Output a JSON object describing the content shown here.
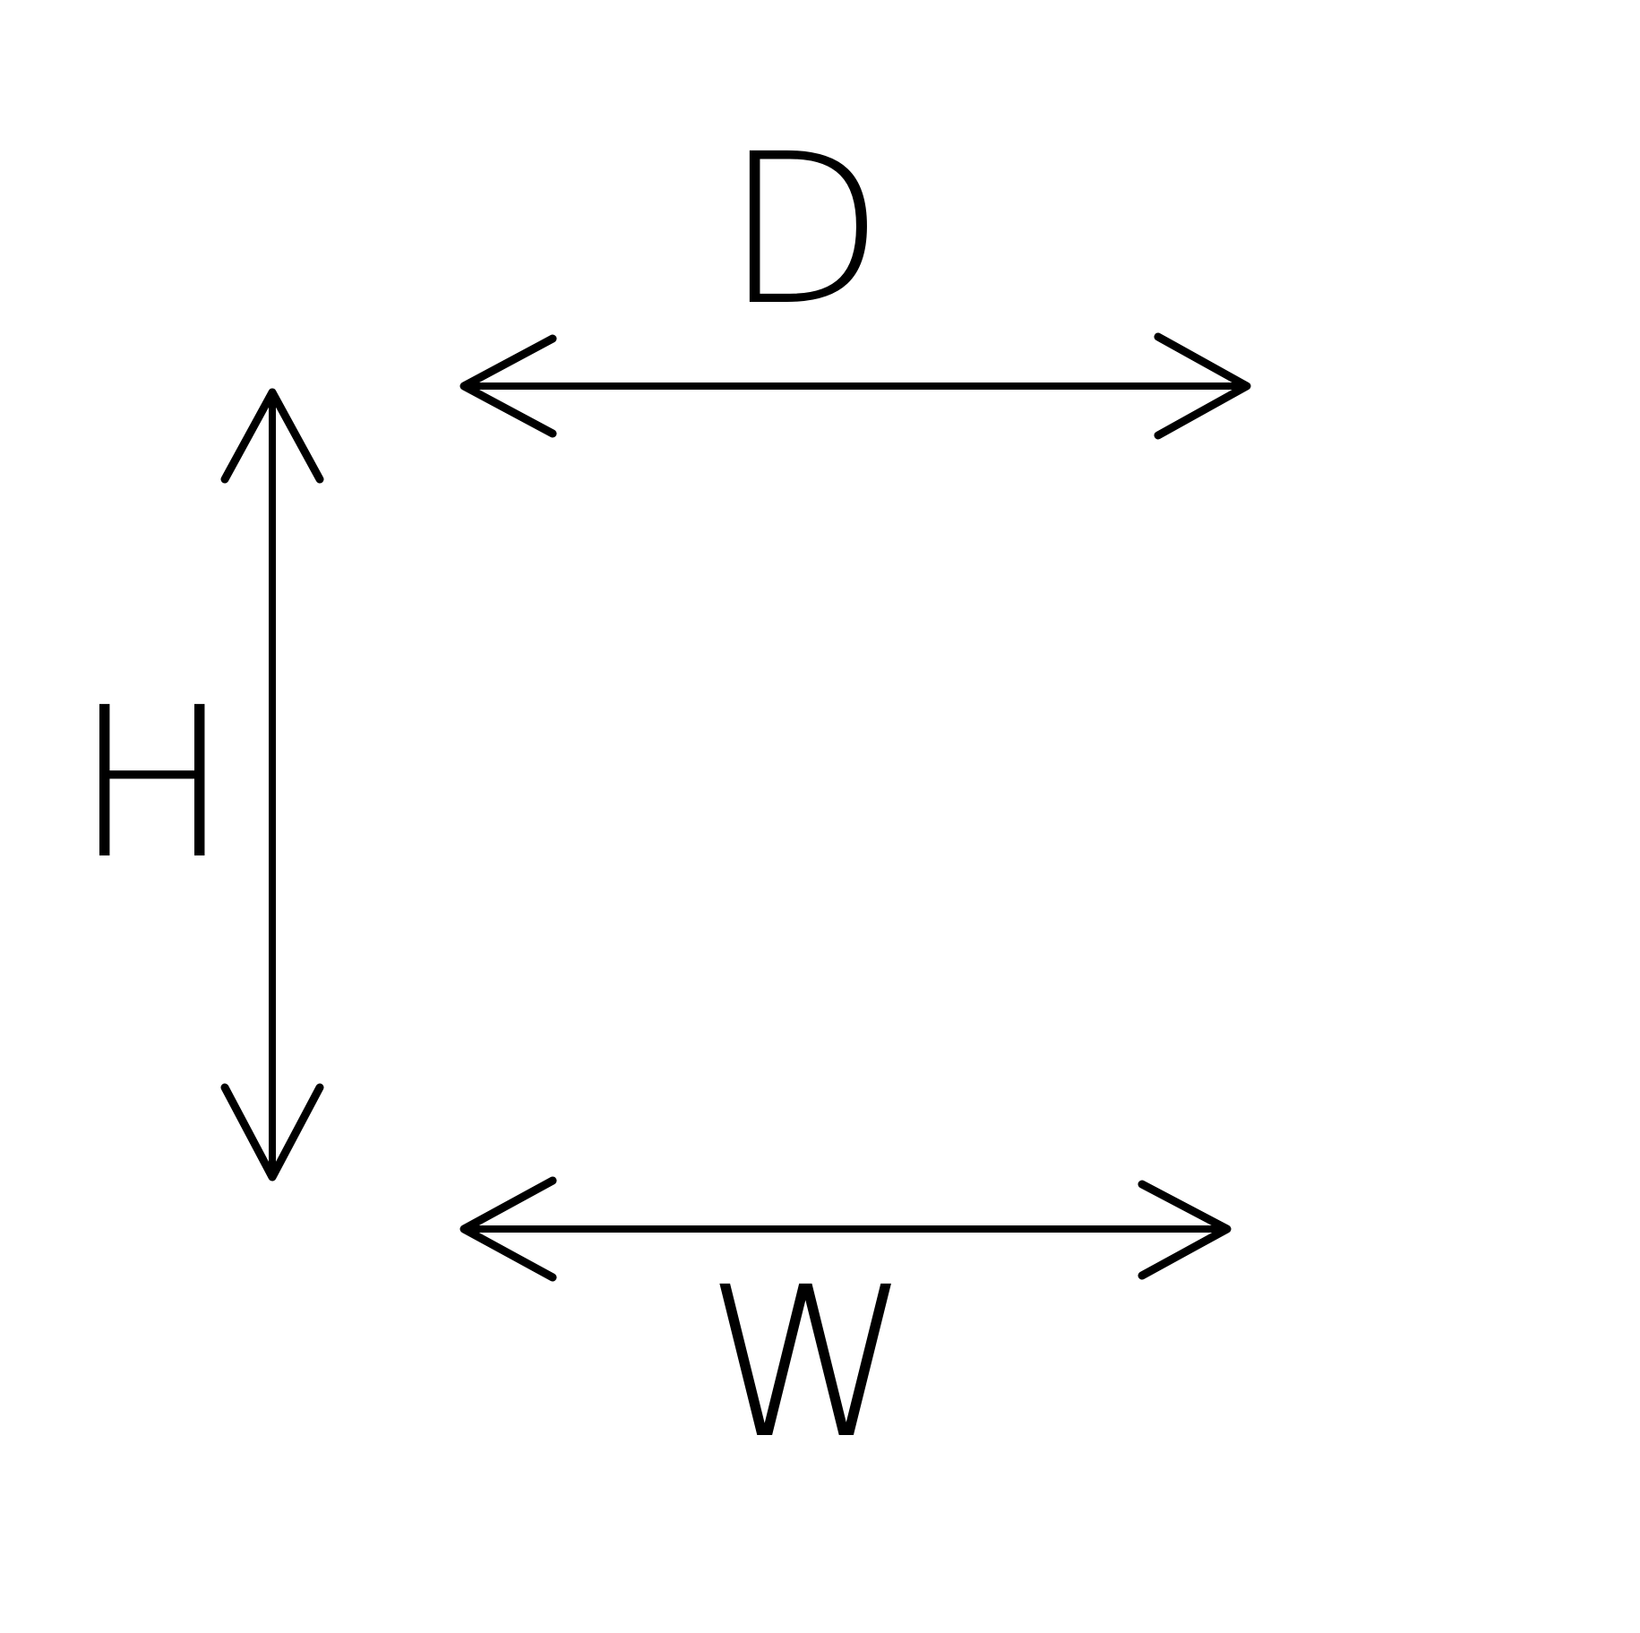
{
  "diagram": {
    "labels": {
      "depth": "D",
      "height": "H",
      "width": "W"
    },
    "colors": {
      "stroke": "#000000",
      "background": "#ffffff"
    }
  }
}
